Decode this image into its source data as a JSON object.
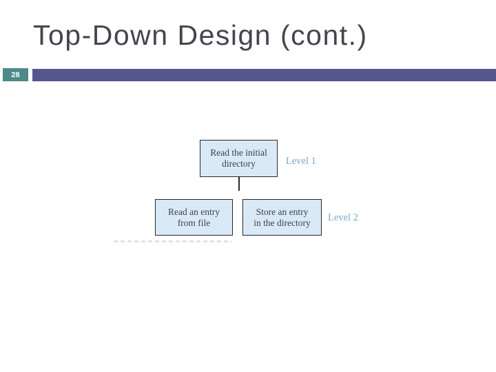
{
  "slide": {
    "title": "Top-Down Design (cont.)",
    "slide_number": "28"
  },
  "colors": {
    "title_text": "#45454F",
    "slide_number_badge_bg": "#4D8A89",
    "slide_number_text": "#FFFFFF",
    "header_rule_bg": "#55568D",
    "diagram_box_fill": "#D9EAF6",
    "diagram_box_border": "#26262E",
    "diagram_box_text": "#3F3F4A",
    "level_label_text": "#77A9CB",
    "background": "#FFFFFF"
  },
  "diagram": {
    "type": "hierarchy",
    "level1_label": "Level 1",
    "level2_label": "Level 2",
    "boxes": [
      {
        "id": "root",
        "level": 1,
        "lines": [
          "Read the initial",
          "directory"
        ]
      },
      {
        "id": "child-left",
        "level": 2,
        "lines": [
          "Read an entry",
          "from file"
        ]
      },
      {
        "id": "child-right",
        "level": 2,
        "lines": [
          "Store an entry",
          "in the directory"
        ]
      }
    ]
  }
}
